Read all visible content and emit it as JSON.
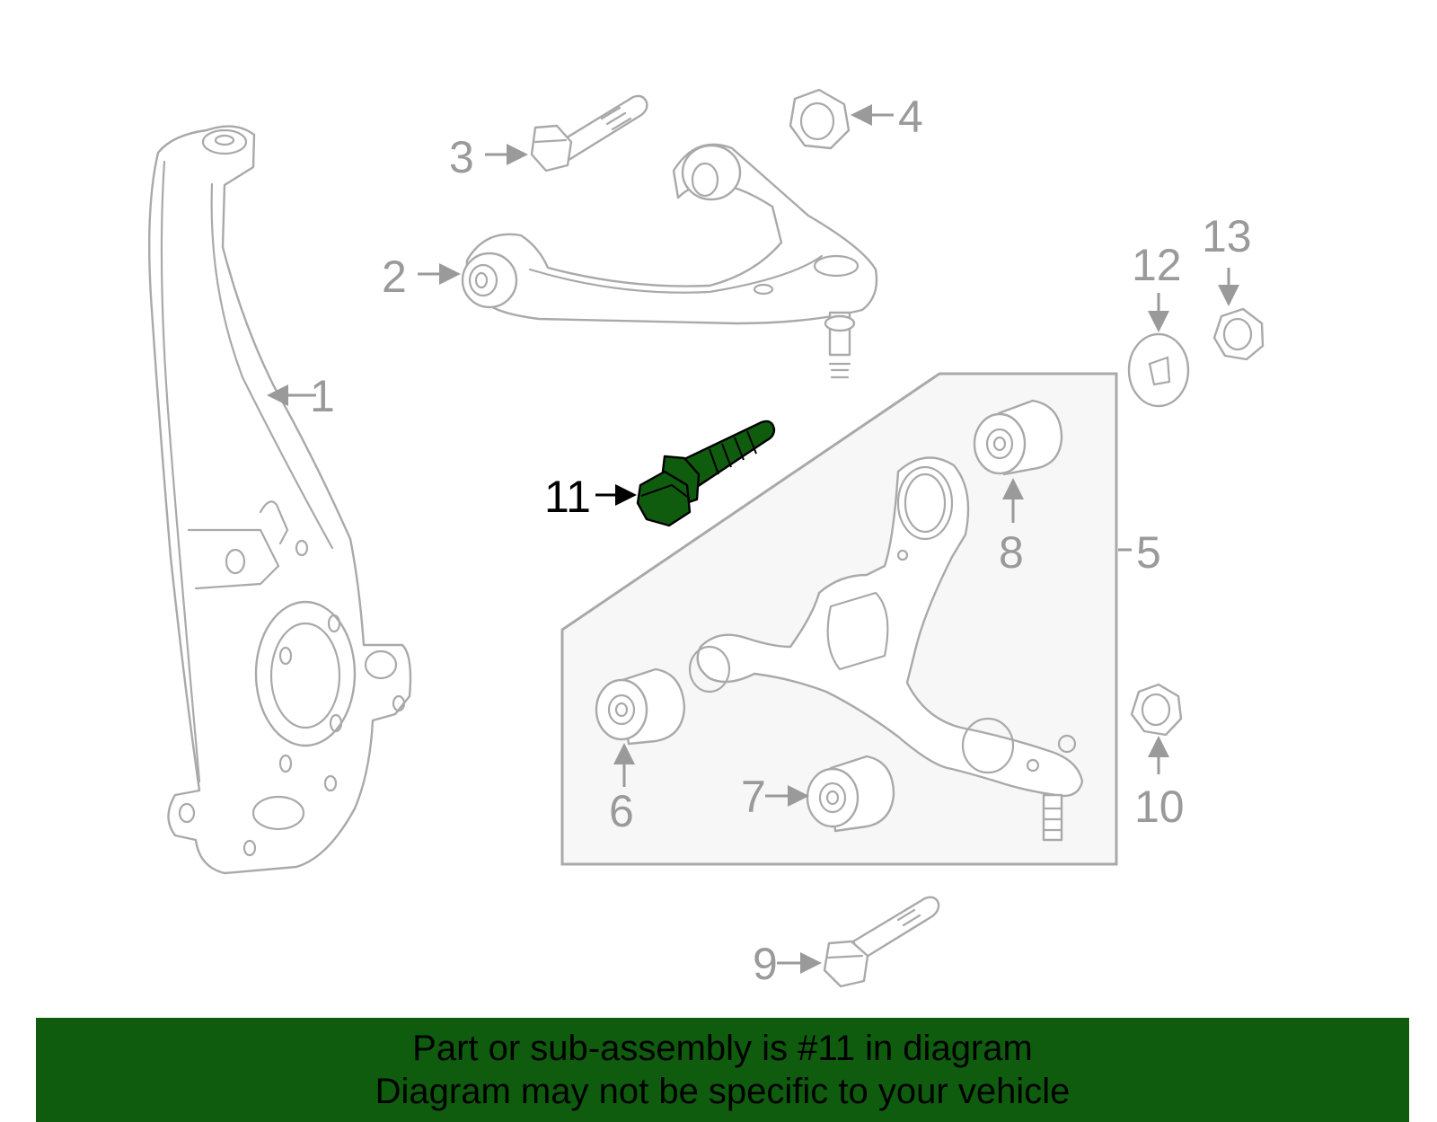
{
  "diagram": {
    "callouts": [
      "1",
      "2",
      "3",
      "4",
      "5",
      "6",
      "7",
      "8",
      "9",
      "10",
      "11",
      "12",
      "13"
    ],
    "highlighted_callout": "11",
    "highlight_color": "#0f5c0f",
    "line_color": "#a9a9a9",
    "label_color": "#9a9a9a",
    "parts": [
      {
        "callout": "1",
        "icon": "steering-knuckle-icon"
      },
      {
        "callout": "2",
        "icon": "upper-control-arm-icon"
      },
      {
        "callout": "3",
        "icon": "bolt-icon"
      },
      {
        "callout": "4",
        "icon": "flange-nut-icon"
      },
      {
        "callout": "5",
        "icon": "lower-control-arm-icon"
      },
      {
        "callout": "6",
        "icon": "bushing-icon"
      },
      {
        "callout": "7",
        "icon": "bushing-icon"
      },
      {
        "callout": "8",
        "icon": "bushing-icon"
      },
      {
        "callout": "9",
        "icon": "bolt-icon"
      },
      {
        "callout": "10",
        "icon": "flange-nut-icon"
      },
      {
        "callout": "11",
        "icon": "bolt-icon"
      },
      {
        "callout": "12",
        "icon": "cam-washer-icon"
      },
      {
        "callout": "13",
        "icon": "flange-nut-icon"
      }
    ]
  },
  "banner": {
    "line1": "Part or sub-assembly is #11 in diagram",
    "line2": "Diagram may not be specific to your vehicle",
    "background": "#0f5c0f"
  }
}
